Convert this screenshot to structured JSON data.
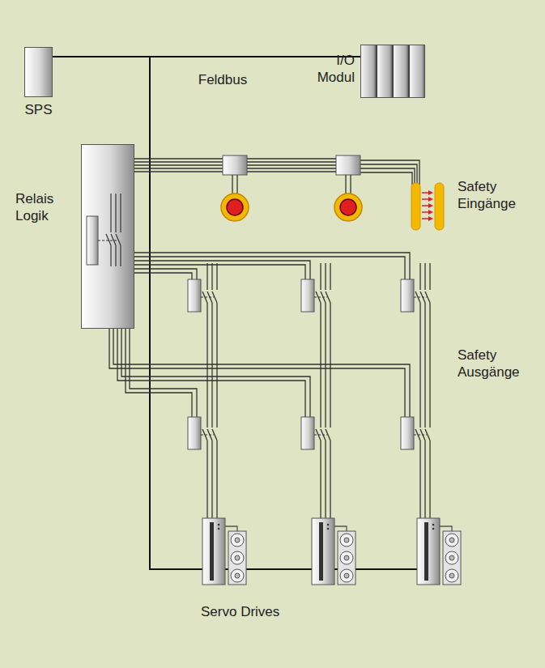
{
  "diagram": {
    "nodes": [
      {
        "text": [
          "SPS"
        ]
      },
      {
        "text": [
          "I/O Modul"
        ]
      },
      {
        "text": [
          "Relais Logik"
        ]
      }
    ],
    "edges": [
      {
        "from": 0,
        "to": 1,
        "arrow": "none",
        "label": "Feldbus"
      },
      {
        "from": 0,
        "to": 2,
        "arrow": "none"
      }
    ],
    "labels": [
      "Safety Eingänge",
      "Safety Ausgänge",
      "Servo Drives"
    ]
  }
}
